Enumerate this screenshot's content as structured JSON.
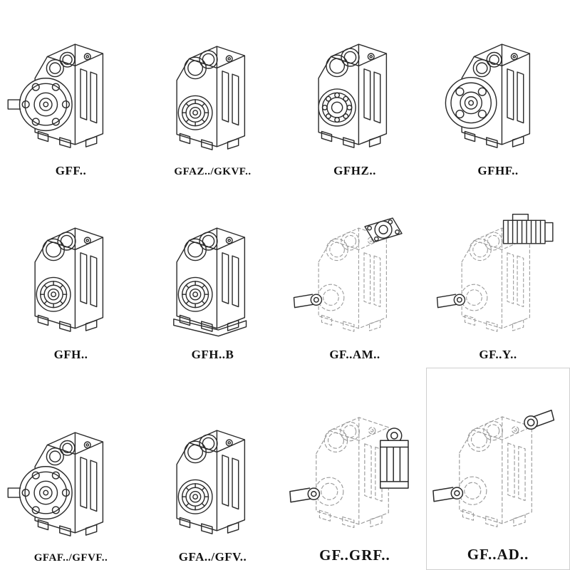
{
  "colors": {
    "background": "#ffffff",
    "ink": "#2a2a2a",
    "phantom_ink": "#9b9b9b"
  },
  "products": [
    {
      "label": "GFF..",
      "symbol": "#gb-flange"
    },
    {
      "label": "GFAZ../GKVF..",
      "symbol": "#gb-bores"
    },
    {
      "label": "GFHZ..",
      "symbol": "#gb-bearing"
    },
    {
      "label": "GFHF..",
      "symbol": "#gb-flange4"
    },
    {
      "label": "GFH..",
      "symbol": "#gb-bores"
    },
    {
      "label": "GFH..B",
      "symbol": "#gb-bores-b"
    },
    {
      "label": "GF..AM..",
      "symbol": "#gb-ph-am"
    },
    {
      "label": "GF..Y..",
      "symbol": "#gb-ph-motor"
    },
    {
      "label": "GFAF../GFVF..",
      "symbol": "#gb-flange"
    },
    {
      "label": "GFA../GFV..",
      "symbol": "#gb-bores"
    },
    {
      "label": "GF..GRF..",
      "symbol": "#gb-ph-adapter"
    },
    {
      "label": "GF..AD..",
      "symbol": "#gb-ph-plain"
    }
  ]
}
